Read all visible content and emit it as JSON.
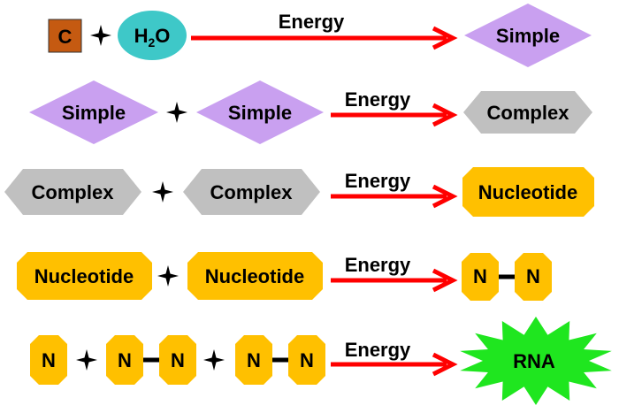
{
  "colors": {
    "carbon": "#c55a11",
    "water": "#3ec8c8",
    "simple": "#c9a0f0",
    "complex": "#c0c0c0",
    "nucleotide": "#ffc000",
    "rna": "#1fe61f",
    "arrow": "#ff0000",
    "plus": "#000000"
  },
  "labels": {
    "energy": "Energy",
    "carbon": "C",
    "water_h": "H",
    "water_sub": "2",
    "water_o": "O",
    "simple": "Simple",
    "complex": "Complex",
    "nucleotide": "Nucleotide",
    "n": "N",
    "rna": "RNA"
  },
  "rows": [
    {
      "reactants": [
        "C",
        "H2O"
      ],
      "product": "Simple"
    },
    {
      "reactants": [
        "Simple",
        "Simple"
      ],
      "product": "Complex"
    },
    {
      "reactants": [
        "Complex",
        "Complex"
      ],
      "product": "Nucleotide"
    },
    {
      "reactants": [
        "Nucleotide",
        "Nucleotide"
      ],
      "product": "N–N"
    },
    {
      "reactants": [
        "N",
        "N–N",
        "N–N"
      ],
      "product": "RNA"
    }
  ]
}
